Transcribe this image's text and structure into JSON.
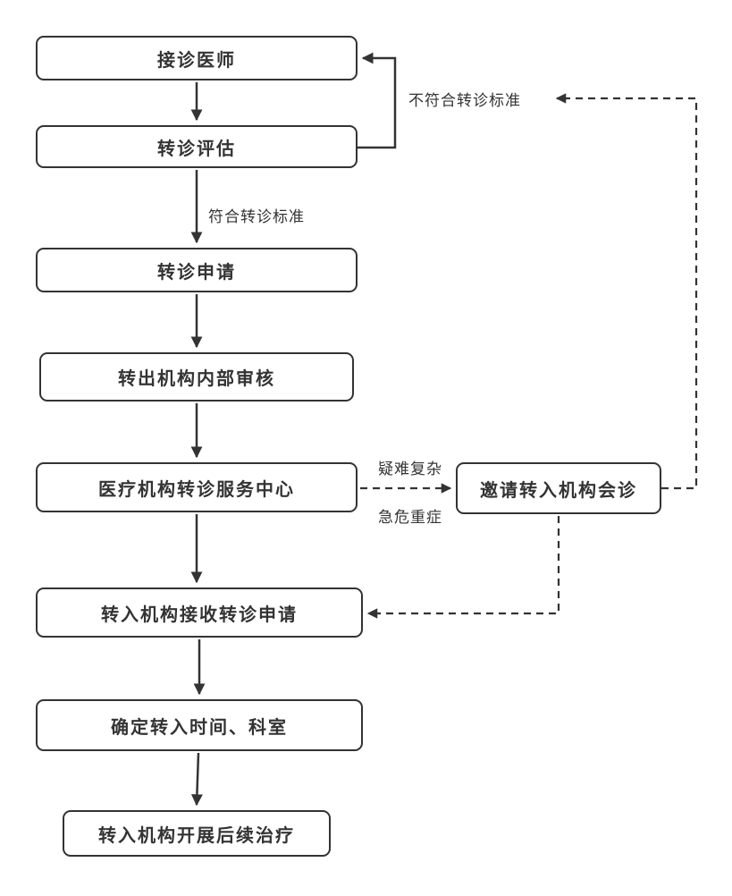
{
  "diagram": {
    "type": "flowchart",
    "language": "zh-CN",
    "colors": {
      "background": "#ffffff",
      "line": "#333333",
      "box_border": "#333333",
      "text": "#333333"
    }
  },
  "nodes": [
    {
      "id": "receiving-physician",
      "label": "接诊医师"
    },
    {
      "id": "referral-assessment",
      "label": "转诊评估"
    },
    {
      "id": "referral-application",
      "label": "转诊申请"
    },
    {
      "id": "internal-review",
      "label": "转出机构内部审核"
    },
    {
      "id": "referral-service-center",
      "label": "医疗机构转诊服务中心"
    },
    {
      "id": "invite-consultation",
      "label": "邀请转入机构会诊"
    },
    {
      "id": "receive-application",
      "label": "转入机构接收转诊申请"
    },
    {
      "id": "determine-time-department",
      "label": "确定转入时间、科室"
    },
    {
      "id": "follow-up-treatment",
      "label": "转入机构开展后续治疗"
    }
  ],
  "labels": {
    "not_meet": "不符合转诊标准",
    "meet": "符合转诊标准",
    "difficult": "疑难复杂",
    "critical": "急危重症"
  },
  "edges": [
    {
      "from": "接诊医师",
      "to": "转诊评估",
      "style": "solid"
    },
    {
      "from": "转诊评估",
      "to": "接诊医师",
      "style": "solid",
      "label": "不符合转诊标准"
    },
    {
      "from": "转诊评估",
      "to": "转诊申请",
      "style": "solid",
      "label": "符合转诊标准"
    },
    {
      "from": "转诊申请",
      "to": "转出机构内部审核",
      "style": "solid"
    },
    {
      "from": "转出机构内部审核",
      "to": "医疗机构转诊服务中心",
      "style": "solid"
    },
    {
      "from": "医疗机构转诊服务中心",
      "to": "邀请转入机构会诊",
      "style": "dashed",
      "labels": [
        "疑难复杂",
        "急危重症"
      ]
    },
    {
      "from": "医疗机构转诊服务中心",
      "to": "转入机构接收转诊申请",
      "style": "solid"
    },
    {
      "from": "邀请转入机构会诊",
      "to": "转入机构接收转诊申请",
      "style": "dashed"
    },
    {
      "from": "邀请转入机构会诊",
      "to": "接诊医师",
      "style": "dashed",
      "label": "不符合转诊标准"
    },
    {
      "from": "转入机构接收转诊申请",
      "to": "确定转入时间、科室",
      "style": "solid"
    },
    {
      "from": "确定转入时间、科室",
      "to": "转入机构开展后续治疗",
      "style": "solid"
    }
  ]
}
